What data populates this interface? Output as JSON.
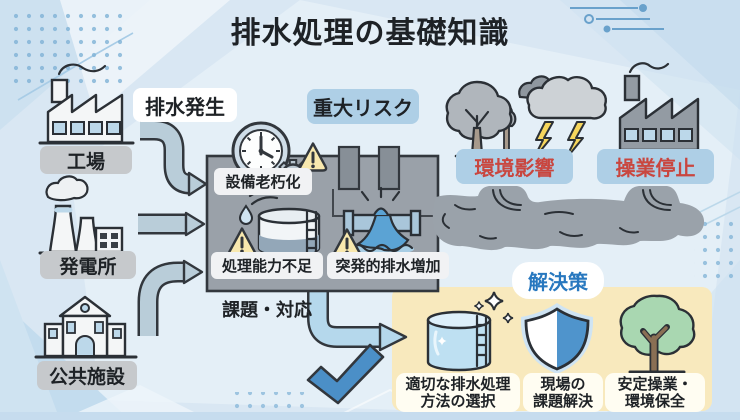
{
  "title": "排水処理の基礎知識",
  "sources": {
    "flow_label": "排水発生",
    "items": [
      {
        "label": "工場",
        "icon": "factory-icon"
      },
      {
        "label": "発電所",
        "icon": "power-plant-icon"
      },
      {
        "label": "公共施設",
        "icon": "public-facility-icon"
      }
    ]
  },
  "treatment": {
    "issues_heading": "課題・対応",
    "issues": [
      {
        "label": "設備老朽化",
        "icon": "clock-gear-icon"
      },
      {
        "label": "処理能力不足",
        "icon": "treatment-tank-icon"
      },
      {
        "label": "突発的排水増加",
        "icon": "burst-pipe-icon"
      }
    ]
  },
  "risks": {
    "heading": "重大リスク",
    "items": [
      {
        "label": "環境影響",
        "icon": "dead-trees-storm-icon"
      },
      {
        "label": "操業停止",
        "icon": "stopped-factory-icon"
      }
    ]
  },
  "solutions": {
    "heading": "解決策",
    "items": [
      {
        "label_line1": "適切な排水処理",
        "label_line2": "方法の選択",
        "icon": "clean-tank-icon"
      },
      {
        "label_line1": "現場の",
        "label_line2": "課題解決",
        "icon": "shield-icon"
      },
      {
        "label_line1": "安定操業・",
        "label_line2": "環境保全",
        "icon": "green-tree-icon"
      }
    ]
  },
  "colors": {
    "background": "#d9e7f3",
    "box_gray": "#9aa1a9",
    "pill_blue": "#aecfe6",
    "risk_text_red": "#c9463f",
    "solution_text_blue": "#2878bf",
    "solution_panel_yellow": "#f8e9bd",
    "check_blue": "#4b8fc7",
    "warning_yellow": "#f8e8ae",
    "arrow_bluegray": "#b9cdd9"
  }
}
